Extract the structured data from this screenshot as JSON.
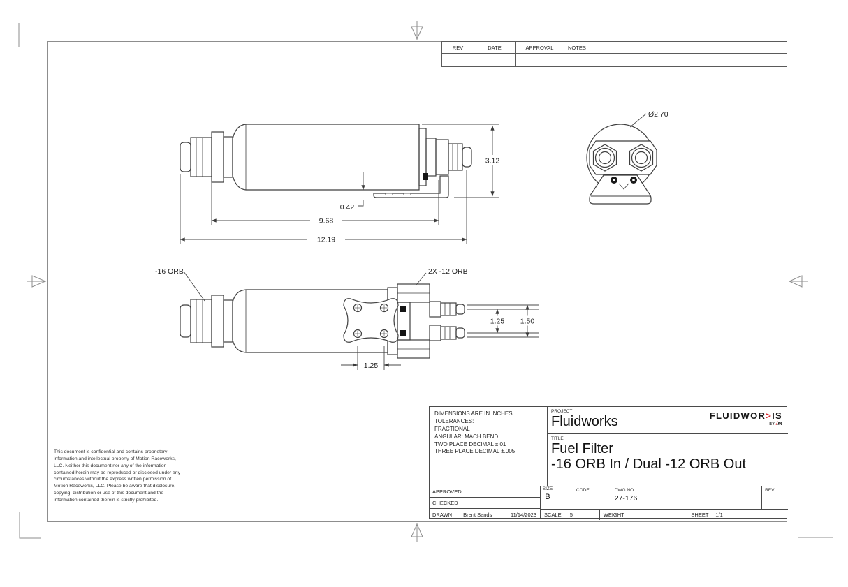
{
  "revision_table": {
    "headers": [
      "REV",
      "DATE",
      "APPROVAL",
      "NOTES"
    ]
  },
  "dimensions": {
    "side_height": "3.12",
    "bracket_offset": "0.42",
    "filter_length": "9.68",
    "overall_length": "12.19",
    "end_diameter": "Ø2.70",
    "inlet_label": "-16 ORB",
    "outlet_label": "2X -12 ORB",
    "outlet_spacing": "1.25",
    "outlet_overall": "1.50",
    "bracket_hole_spacing": "1.25"
  },
  "confidentiality_note": "This document is confidential and contains proprietary information and intellectual property of Motion Raceworks, LLC. Neither this document nor any of the information contained herein may be reproduced or disclosed under any circumstances without the express written permission of Motion Raceworks, LLC. Please be aware that disclosure, copying, distribution or use of this document and the information contained therein is strictly prohibited.",
  "title_block": {
    "tolerance_lines": [
      "DIMENSIONS ARE IN INCHES",
      "TOLERANCES:",
      "FRACTIONAL",
      "ANGULAR: MACH BEND",
      "TWO PLACE DECIMAL ±.01",
      "THREE PLACE DECIMAL ±.005"
    ],
    "project_label": "PROJECT",
    "project_name": "Fluidworks",
    "title_label": "TITLE",
    "title_line1": "Fuel Filter",
    "title_line2": "-16 ORB In / Dual -12 ORB Out",
    "logo": {
      "left": "FLUIDWOR",
      "chevron": ">",
      "right": "IS",
      "by_label": "BY",
      "slash": "/",
      "mark": "M"
    },
    "approved_label": "APPROVED",
    "checked_label": "CHECKED",
    "drawn_label": "DRAWN",
    "drawn_name": "Brent Sands",
    "drawn_date": "11/14/2023",
    "size_label": "SIZE",
    "size_value": "B",
    "code_label": "CODE",
    "dwg_no_label": "DWG NO",
    "dwg_no_value": "27-176",
    "rev_label": "REV",
    "scale_label": "SCALE",
    "scale_value": ".5",
    "weight_label": "WEIGHT",
    "sheet_label": "SHEET",
    "sheet_value": "1/1"
  },
  "colors": {
    "line": "#3f3f3f",
    "accent_red": "#d9232a"
  }
}
